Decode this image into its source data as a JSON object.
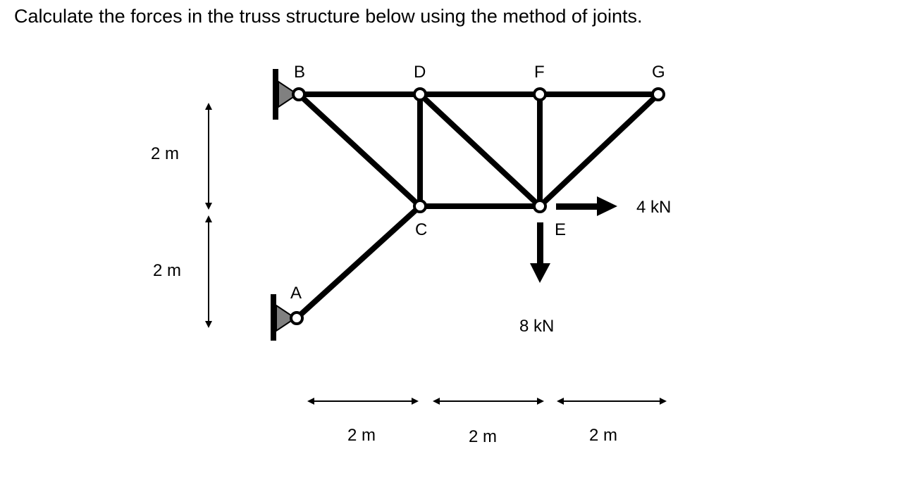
{
  "problem": {
    "text": "Calculate the forces in the truss structure below using the method of joints."
  },
  "joints": {
    "A": "A",
    "B": "B",
    "C": "C",
    "D": "D",
    "E": "E",
    "F": "F",
    "G": "G"
  },
  "members": [
    [
      "B",
      "D"
    ],
    [
      "D",
      "F"
    ],
    [
      "F",
      "G"
    ],
    [
      "B",
      "C"
    ],
    [
      "A",
      "C"
    ],
    [
      "C",
      "E"
    ],
    [
      "D",
      "C"
    ],
    [
      "D",
      "E"
    ],
    [
      "F",
      "E"
    ],
    [
      "G",
      "E"
    ]
  ],
  "supports": [
    "A",
    "B"
  ],
  "loads": {
    "horizontal": {
      "joint": "E",
      "label": "4 kN",
      "direction": "right"
    },
    "vertical": {
      "joint": "E",
      "label": "8 kN",
      "direction": "down"
    }
  },
  "dimensions": {
    "vertical": [
      "2 m",
      "2 m"
    ],
    "horizontal": [
      "2 m",
      "2 m",
      "2 m"
    ]
  },
  "colors": {
    "member": "#000000",
    "support": "#808080"
  }
}
